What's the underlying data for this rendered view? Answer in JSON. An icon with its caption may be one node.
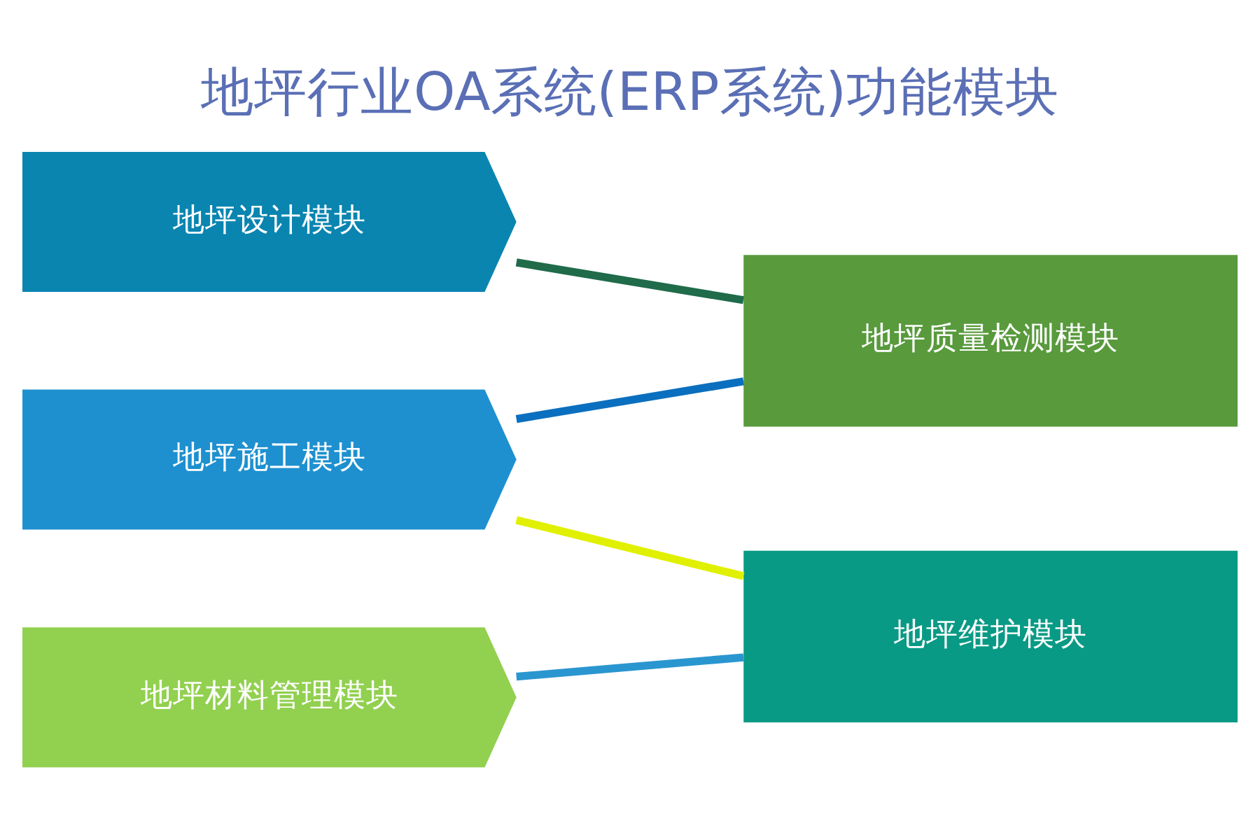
{
  "diagram": {
    "title": "地坪行业OA系统(ERP系统)功能模块",
    "nodes": [
      {
        "text": [
          "地坪设计模块"
        ]
      },
      {
        "text": [
          "地坪施工模块"
        ]
      },
      {
        "text": [
          "地坪材料管理模块"
        ]
      },
      {
        "text": [
          "地坪质量检测模块"
        ]
      },
      {
        "text": [
          "地坪维护模块"
        ]
      }
    ],
    "edges": [
      {
        "from": 0,
        "to": 3,
        "arrow": "none",
        "color": "#1f6b4a"
      },
      {
        "from": 1,
        "to": 3,
        "arrow": "none",
        "color": "#0a6fbf"
      },
      {
        "from": 1,
        "to": 4,
        "arrow": "none",
        "color": "#e0f000"
      },
      {
        "from": 2,
        "to": 4,
        "arrow": "none",
        "color": "#2a96d0"
      }
    ]
  }
}
